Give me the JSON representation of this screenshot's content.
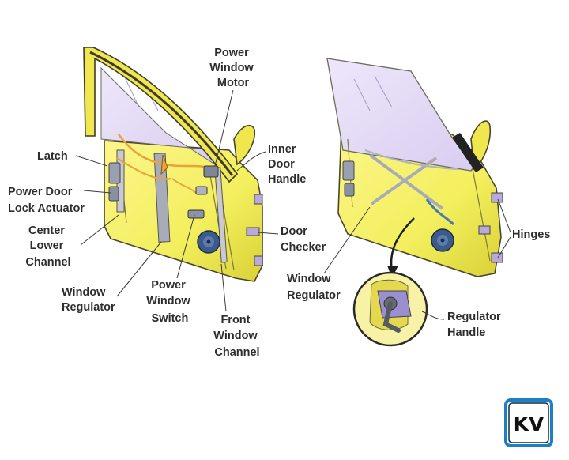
{
  "labels": {
    "power_window_motor": [
      "Power",
      "Window",
      "Motor"
    ],
    "inner_door_handle": [
      "Inner",
      "Door",
      "Handle"
    ],
    "latch": [
      "Latch"
    ],
    "power_door_lock_actuator": [
      "Power Door",
      "Lock Actuator"
    ],
    "center_lower_channel": [
      "Center",
      "Lower",
      "Channel"
    ],
    "door_checker": [
      "Door",
      "Checker"
    ],
    "window_regulator_left": [
      "Window",
      "Regulator"
    ],
    "power_window_switch": [
      "Power",
      "Window",
      "Switch"
    ],
    "front_window_channel": [
      "Front",
      "Window",
      "Channel"
    ],
    "hinges": [
      "Hinges"
    ],
    "window_regulator_right": [
      "Window",
      "Regulator"
    ],
    "regulator_handle": [
      "Regulator",
      "Handle"
    ]
  },
  "logo": {
    "text": "KV"
  },
  "colors": {
    "door_yellow": "#f3ef5e",
    "door_shadow": "#d8cf2e",
    "glass": "#e6def6",
    "frame": "#3c3a30",
    "parts_orange": "#e8a33a",
    "parts_grey": "#9aa0b0",
    "speaker_blue": "#3c5a8a",
    "hinge_purple": "#b8a9d8",
    "logo_border": "#1d7fc4"
  }
}
